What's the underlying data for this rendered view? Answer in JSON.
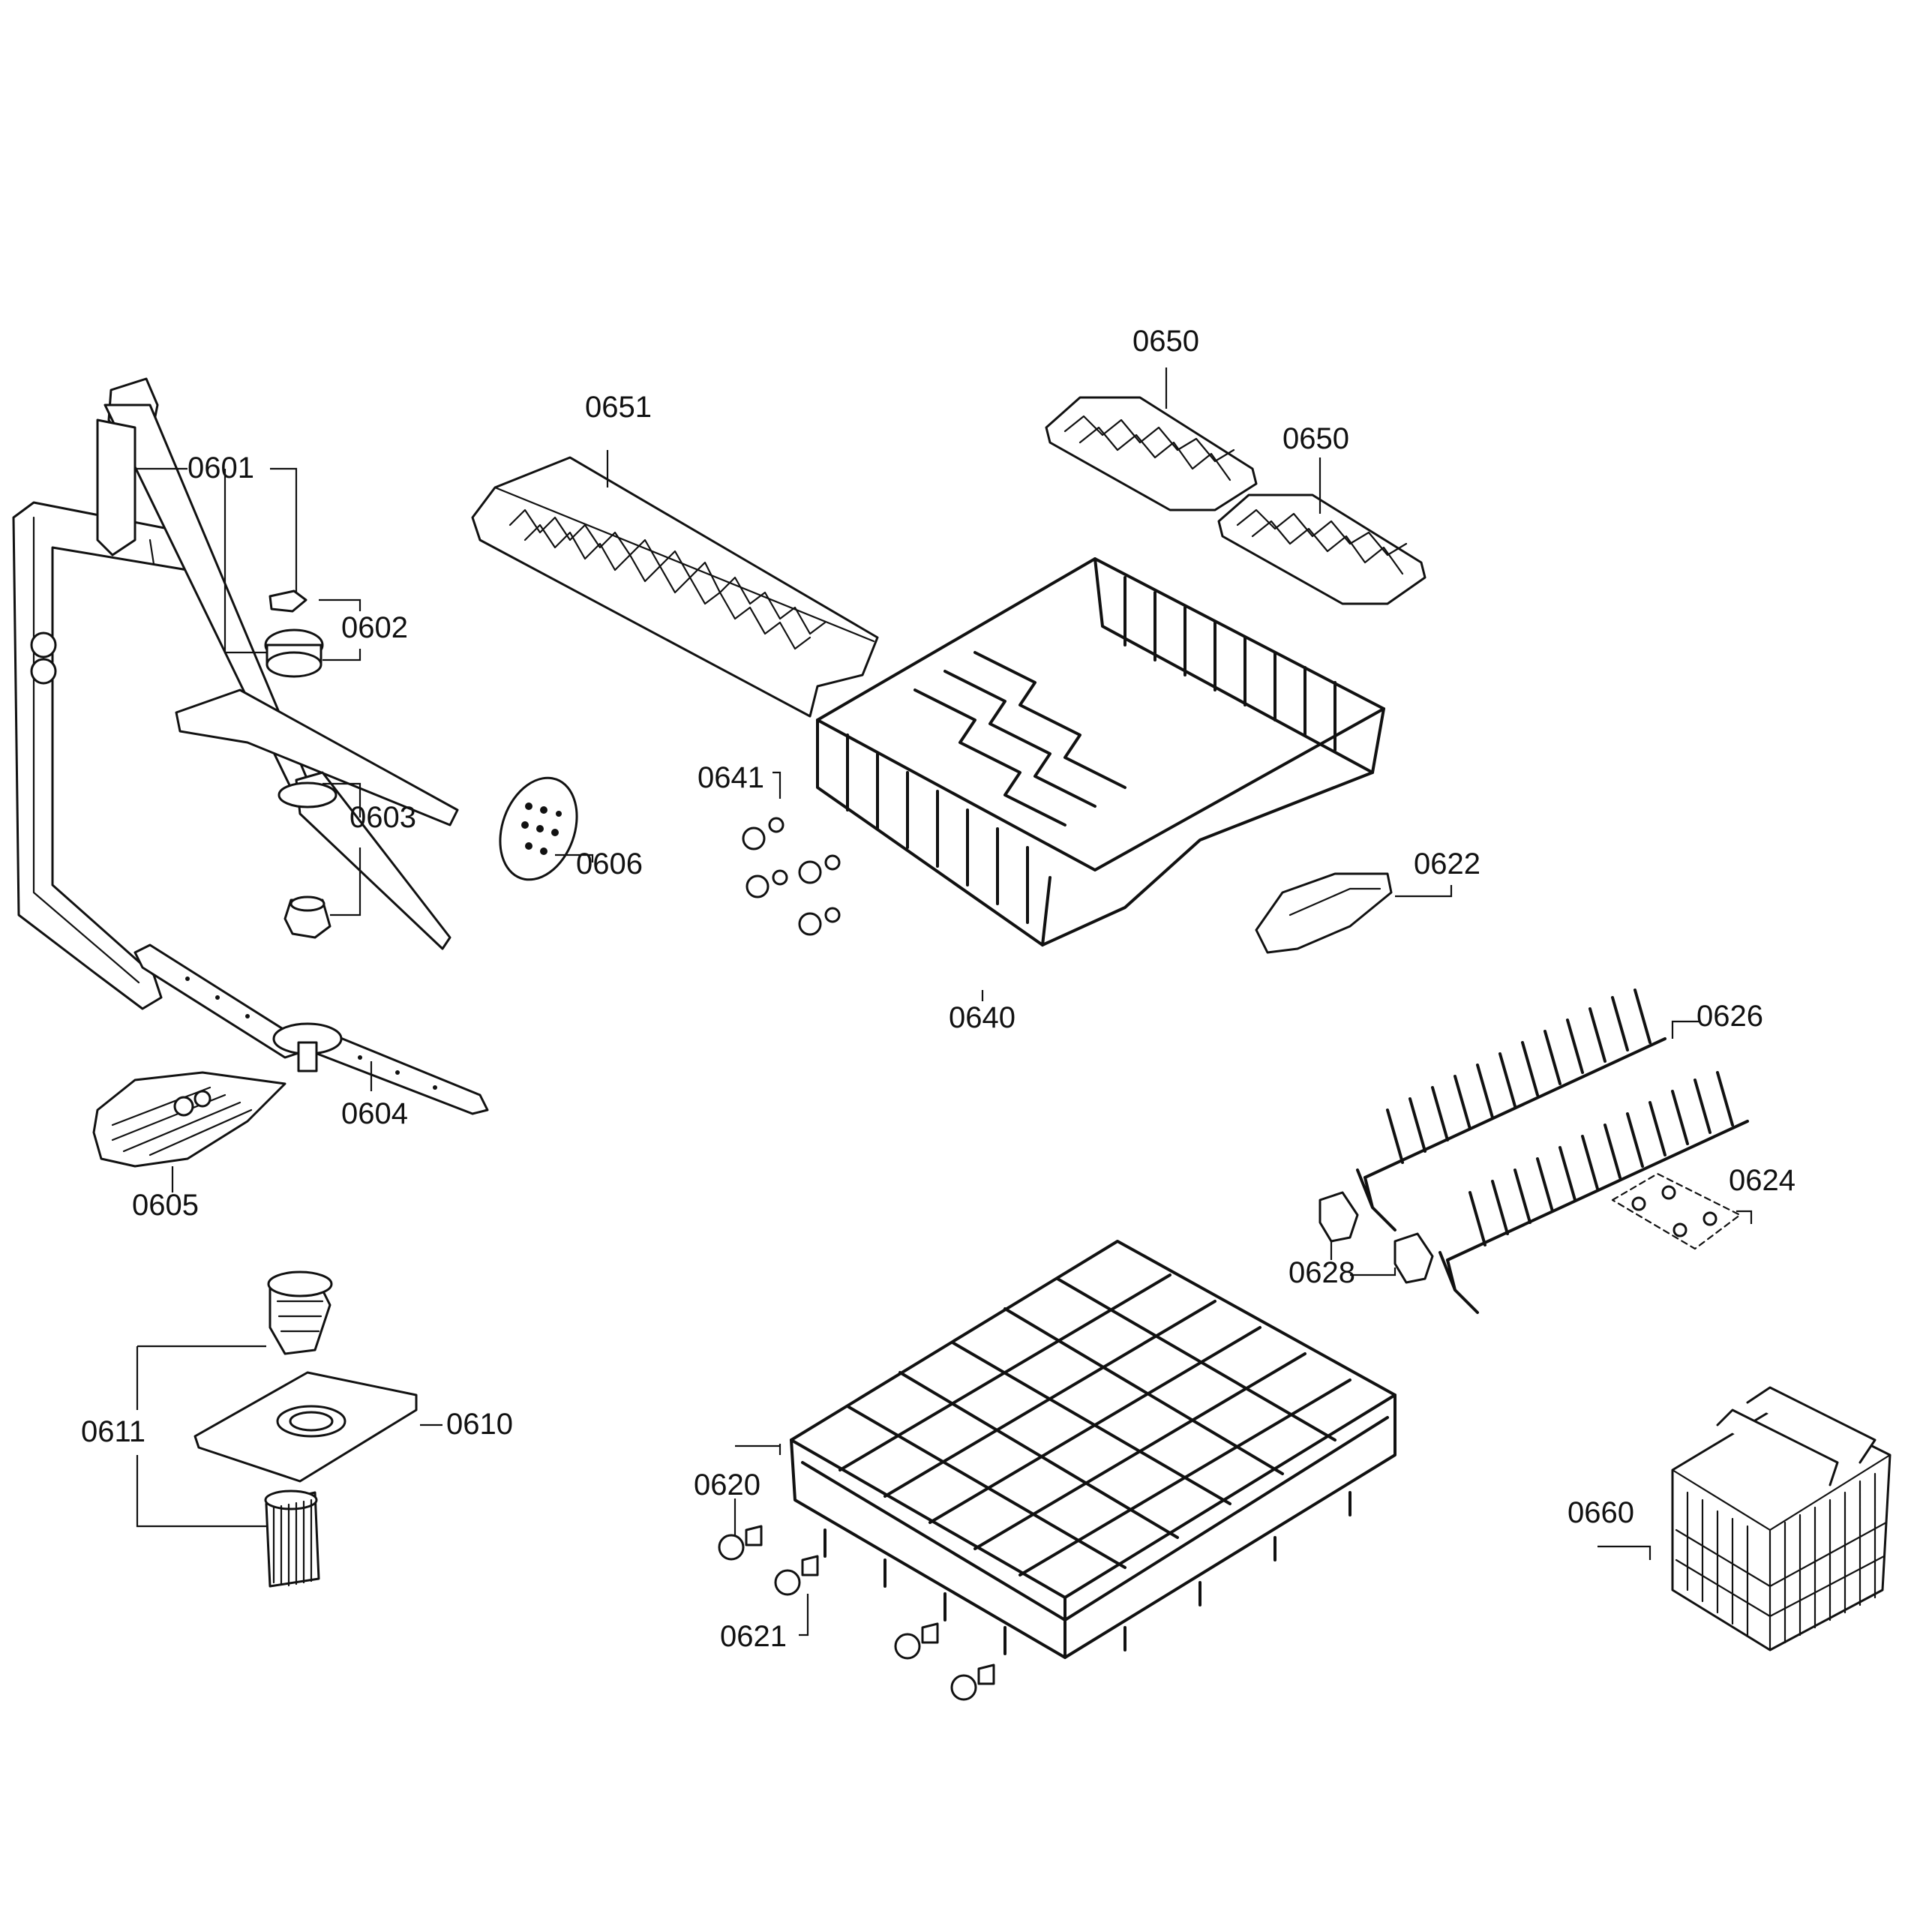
{
  "callouts": {
    "c0601": "0601",
    "c0602": "0602",
    "c0603": "0603",
    "c0604": "0604",
    "c0605": "0605",
    "c0606": "0606",
    "c0610": "0610",
    "c0611": "0611",
    "c0620": "0620",
    "c0621": "0621",
    "c0622": "0622",
    "c0624": "0624",
    "c0626": "0626",
    "c0628": "0628",
    "c0640": "0640",
    "c0641": "0641",
    "c0650a": "0650",
    "c0650b": "0650",
    "c0651": "0651",
    "c0660": "0660"
  }
}
